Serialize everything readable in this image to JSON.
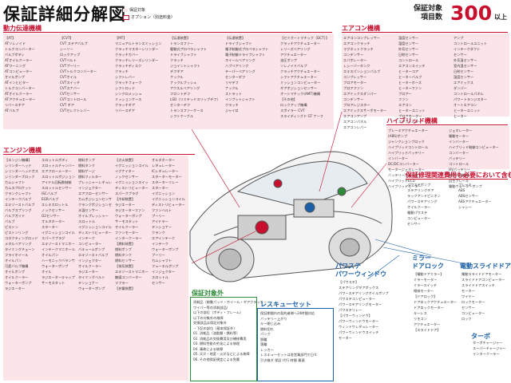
{
  "header": {
    "title": "保証詳細分解図",
    "legend_standard": "保証対象",
    "legend_option": "オプション（別途料金）",
    "guarantee_label_1": "保証対象",
    "guarantee_label_2": "項目数",
    "guarantee_number": "300",
    "guarantee_unit": "以上",
    "colors": {
      "accent": "#c8102e",
      "blue": "#1a5fa8",
      "green": "#2e8b3a",
      "pink": "#fbe5e8"
    }
  },
  "sections": {
    "drivetrain": "動力伝達機構",
    "engine": "エンジン機構",
    "aircon": "エアコン機構",
    "hybrid": "ハイブリッド機構",
    "repair": "保証修理関連費用も必要において含む",
    "power_steer": "パワステ",
    "power_window": "パワーウィンドウ",
    "mirror": "ミラー",
    "door_lock": "ドアロック",
    "electric_slide": "電動スライドドア",
    "turbo": "ターボ",
    "rescue": "レスキューセット",
    "exclusion": "保証対象外"
  },
  "drivetrain_cols": [
    [
      "【AT】",
      "ATソレノイド",
      "トルクコンバーター",
      "バルブボディ",
      "ATオイルクーラー",
      "ATワーニング",
      "ATコンピューター",
      "オイルポンプ",
      "ATインヒビター",
      "トルクコンバーター",
      "ATオイルクーラー",
      "ATアクチュエーター",
      "リバースギア",
      "ATバルブ"
    ],
    [
      "【CVT】",
      "CVT ステアバルブ",
      "シーソー",
      "ロックアップ",
      "CVTベルト",
      "CVTプーリー",
      "CVTトルクコンバーター",
      "CVTオイル",
      "CVTスイッチ",
      "CVTスナバー",
      "CVTセンサー",
      "CVTコントロール",
      "CVT ギア",
      "CVTセレクトレバー"
    ],
    [
      "【MT】",
      "マニュアルトランスミッション",
      "クラッチマスターシリンダー",
      "クラッチカバー",
      "クラッチレリーズシリンダー",
      "クラッチディスク",
      "クラッチ",
      "シフトレバー",
      "クラッチフォーク",
      "シフトロッド",
      "シンクロメッシュ",
      "ミッションケース",
      "クラッチギア",
      "リバースギア"
    ],
    [
      "【伝達装置】",
      "トランスファー",
      "駆動式プロペラシャフト",
      "ドライブシャフト",
      "クラッチ",
      "ジョイントシャフト",
      "デフギア",
      "ナックル",
      "ナックルブッシュ",
      "アクスルベアリング",
      "フロントデフ",
      "LSD（リミテッドスリップデフ）",
      "センターデフ",
      "トランスファーケース",
      "シフトケーブル"
    ],
    [
      "【伝達装置】",
      "ドライブシャフト",
      "電子制御式プロペラシャフト",
      "電子制御ドライブシャフト",
      "ホイールベアリング",
      "ハブベアリング",
      "テーパーベアリング",
      "センターデフ",
      "リヤデフ",
      "ナックル",
      "ストラット",
      "インプットシャフト",
      "クラッチ",
      "ジャイロ"
    ],
    [
      "【セミオートマチック（DCT）】",
      "クラッチアクチュエーター",
      "レリーズベアリング",
      "アクチュエーター",
      "油圧ポンプ",
      "ソレノイドバルブ",
      "クラッチアクチュエーター",
      "シフトアクチュエーター",
      "ミッションコンピューター",
      "ギアポジションセンサー",
      "オートマチック(AMT)機構",
      "【その他】",
      "ロックアップ機構",
      "スポイラー CVT",
      "スライディングド GT ナーフ"
    ]
  ],
  "engine_cols": [
    [
      "【エンジン機構】",
      "シリンダーヘッド",
      "シリンダーヘッドガスケット",
      "シリンダーブロック",
      "カムシャフト",
      "カムスプロケット",
      "クランクシャフト",
      "インテークバルブ",
      "エキゾーストバルブ",
      "バルブスプリング",
      "バルブガイド",
      "バルブ",
      "ピストン",
      "ピストンリング",
      "コネクティングロッド",
      "メタルベアリング",
      "タイミングチェーン",
      "フライホイール",
      "オイルパン",
      "可変バルブ機構",
      "オイルポンプ",
      "オイルクーラー",
      "ウォーターポンプ",
      "ラジエーター"
    ],
    [
      "スロットルボディ",
      "スロットルチャンバー",
      "エアフローメーター",
      "スロットルポジション",
      "アイドル回転数制御",
      "スロットルセンサー",
      "ISCバルブ",
      "EGRバルブ",
      "エレキスロットル",
      "ノックセンサー",
      "O2センサー",
      "オルタネーター",
      "スターター",
      "イグニッションコイル",
      "スパークプラグ",
      "エキゾーストマニホールド",
      "インテークマニホールド",
      "オイルパン",
      "ハーモニックバランサー",
      "ウォーターポンプ",
      "オイル",
      "ラジエーターキャップ",
      "サーモスタット"
    ],
    [
      "燃料ポンプ",
      "燃料タンク",
      "燃料ゲージ",
      "燃料フィルター",
      "プレッシャーレギュレーター",
      "インジェクター",
      "エアフローセンサー",
      "カムポジションセンサー",
      "クランクポジションセンサー",
      "水温センサー",
      "オイルプレッシャー",
      "スロットル",
      "イグニッションコイル",
      "ディストリビューター",
      "インテーク",
      "コンピューター",
      "バキュームポンプ",
      "エキゾーストバルブ",
      "インジェクター",
      "オイルクーラー",
      "ラジエーター",
      "タイミングベルト",
      "テンショナー",
      "ウォーターポンプ"
    ],
    [
      "【点火装置】",
      "イグニッションコイル",
      "イグナイター",
      "ノックセンサー",
      "イグニッションスイッチ",
      "ディストリビューター",
      "スパークプラグ",
      "【冷却装置】",
      "ラジエーター",
      "ラジエーターファン",
      "ウォーターポンプ",
      "サーモスタット",
      "オイルクーラー",
      "ファンモーター",
      "インタークーラー",
      "【燃料装置】",
      "燃料ポンプ",
      "燃料タンク",
      "燃料センサー",
      "【排気装置】",
      "エキゾーストマニホールド",
      "触媒コンバーター",
      "マフラー",
      "【充電装置】"
    ],
    [
      "オルタネーター",
      "レギュレーター",
      "ICレギュレーター",
      "スターターモーター",
      "スターターリレー",
      "スターター",
      "イグニッション",
      "イグニッションコイル",
      "ディストリビューター",
      "ファンベルト",
      "プーリー",
      "アイドラー",
      "テンショナー",
      "クランク",
      "エアインテーク",
      "インテーク",
      "ウォーターポンプ",
      "プーリー",
      "カムシャフト",
      "フューエルポンプ",
      "インジェクター",
      "スロットル",
      "センサー"
    ]
  ],
  "aircon_cols": [
    [
      "エアコンコンプレッサー",
      "エアコンクラッチ",
      "マグネットクラッチ",
      "コンデンサー",
      "エバポレーター",
      "レシーバータンク",
      "エキスパンションバルブ",
      "コンプレッサー",
      "ブロアモーター",
      "ブロアファン",
      "エアミックスダンパー",
      "コンデンサー",
      "ブロアレジスター",
      "エアミックスサーボモーター",
      "エアコンアンプ",
      "エアコンパネル",
      "エアコンレバー"
    ],
    [
      "温度センサー",
      "湿度センサー",
      "外気センサー",
      "日射センサー",
      "コントロール",
      "エアコンスイッチ",
      "ヒーターコア",
      "ヒーターバルブ",
      "ヒーターホース",
      "ヒーターファン",
      "ブロアー",
      "ファン",
      "エアコン",
      "ヒーターユニット",
      "ブロアモーター",
      "エアフィルター"
    ],
    [
      "アンプ",
      "コントロールユニット",
      "インテークダクト",
      "センサー",
      "外気温センサー",
      "室内温センサー",
      "日射センサー",
      "湿度センサー",
      "エアミックス",
      "ダンパー",
      "コントロールパネル",
      "パワートランジスター",
      "オートエアコン",
      "ヒーターユニット",
      "ヒーター"
    ]
  ],
  "hybrid_cols": [
    [
      "ブレーキアクチュエーター",
      "(ABS)ポンプ",
      "ジャンクションブロック",
      "ハイブリッドコントロール",
      "ハイブリッドバッテリー",
      "インバーター",
      "DC/DCコンバーター",
      "モータージェネレーター",
      "バッテリー冷却装置",
      "ハイブリッドECU",
      "ハイブリッドモーター"
    ],
    [
      "ジェネレーター",
      "電動モーター",
      "インバーター",
      "ハイブリッド制御コンピューター",
      "コンバーター",
      "バッテリー",
      "コントロール",
      "HVバッテリー",
      "動力分割機構",
      "回生ブレーキ",
      "電動ウォーターポンプ"
    ]
  ],
  "repair_cols": [
    [
      "パワステポンプ",
      "ステアリングギア",
      "ラックアンドピニオン",
      "パワーステアリング",
      "オイルクーラー",
      "電動パワステ",
      "コンピューター",
      "センサー"
    ],
    [
      "ブレーキ",
      "ABS",
      "ABSセンサー",
      "ABSアクチュエーター",
      "シャシー"
    ]
  ],
  "ps_items": [
    "【パワステ】",
    "ステアリングギアボックス",
    "パワーステアリングオイルポンプ",
    "パワステコンピューター",
    "パワーステアリングモーター",
    "パワステリレー",
    "【パワーウィンドウ】",
    "パワーウィンドウモーター",
    "ウィンドウレギュレーター",
    "パワーウィンドウスイッチ",
    "モーター"
  ],
  "mirror_items": [
    "【電動ドアミラー】",
    "ミラーモーター",
    "ミラースイッチ",
    "格納モーター",
    "【ドアロック】",
    "ドアロックアクチュエーター",
    "ドアロックモーター",
    "キーレス",
    "リモコン",
    "アクチュエーター",
    "【スライドドア】"
  ],
  "slide_items": [
    "電動スライドドアモーター",
    "スライドドアコンピューター",
    "スライドドアスイッチ",
    "モーター",
    "ワイヤー",
    "ロックモーター",
    "センサー",
    "コンピューター",
    "ロック"
  ],
  "turbo_items": [
    "ターボチャージャー",
    "スーパーチャージャー",
    "インタークーラー"
  ],
  "exclusion_items": [
    "消耗品（制動パッド・ホイール・ギアクラッチ・",
    "ワイパー等の消耗部品）",
    "以下の部位（ボディ・フレーム）",
    "以下の対象外の故障",
    "交換部品は保証対象外",
    "",
    "・下記の部位（基本保証外）",
    "01. 消耗品（油脂類・燃料等）",
    "02. 消耗品の交換費用及び補修費用",
    "03. 燃料性能の劣化による修理",
    "04. 事故による故障",
    "05. 天災・地変・火災などによる故障",
    "06. その他保証規定による免責"
  ],
  "rescue_items": [
    "保証期間内の契約者様へ24時間対応",
    "バッテリー上がり",
    "キー閉じ込み",
    "燃料切れ",
    "パンク",
    "脱輪",
    "落輪",
    "レッカー",
    "レスキューセットは各営業部門で日々",
    "引き継ぎ 保証 代行 時間 最適"
  ]
}
